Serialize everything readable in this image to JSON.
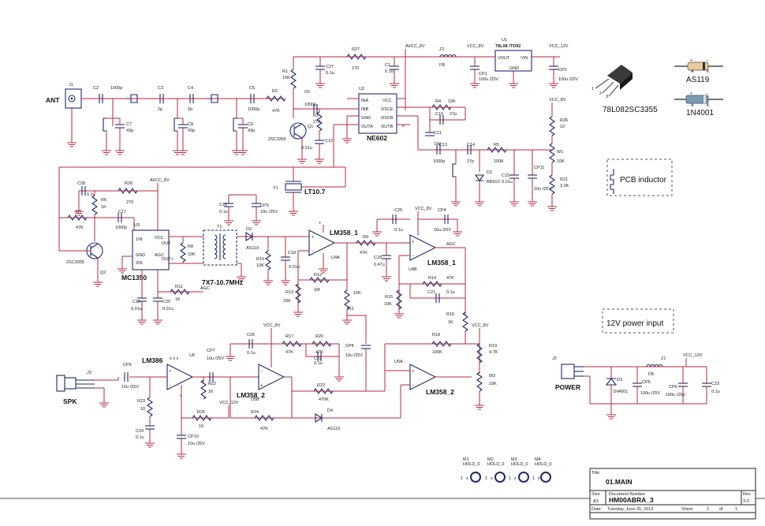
{
  "colors": {
    "wire": "#b8283c",
    "component": "#1e2a6e",
    "background": "#ffffff"
  },
  "labels": {
    "ant": "ANT",
    "j1": "J1",
    "c2": "C2",
    "c2v": "1000p",
    "c3": "C3",
    "c3v": "2p",
    "c4": "C4",
    "c4v": "2p",
    "c5": "C5",
    "c5v": "1000p",
    "c7": "C7",
    "c7v": "43p",
    "c8": "C8",
    "c8v": "43p",
    "c9": "C9",
    "c9v": "43p",
    "r1": "R1",
    "r1v": "10K",
    "r2": "R2",
    "r2v": "47K",
    "c6": "C6",
    "c6v": "1000p",
    "r3": "R3",
    "r3v": "270",
    "q1": "Q1",
    "q1p": "2SC3355",
    "c12": "C12",
    "c12v": "0.01u",
    "r27": "R27",
    "r27v": "270",
    "c27": "C27",
    "c27v": "0.1u",
    "avcc1": "AVCC_8V",
    "c1": "C1",
    "c1v": "0.1u",
    "z2": "Z2",
    "z2v": "FB",
    "vcc8v": "VCC_8V",
    "cp1": "CP1",
    "cp1v": "100u /25V",
    "u1": "U1",
    "u1p": "78L08 /TO92",
    "vout": "VOUT",
    "vin": "VIN",
    "gnd": "GND",
    "vcc12v": "VCC_12V",
    "cp2": "CP2",
    "cp2v": "100u /25V",
    "u2": "U2",
    "u2p": "NE602",
    "ina": "INA",
    "inb": "INB",
    "gndp": "GND",
    "outa": "OUTA",
    "vcc": "VCC",
    "osce": "OSCE",
    "oscb": "OSCB",
    "outb": "OUTB",
    "r4": "R4",
    "r4v": "10K",
    "c10": "C10",
    "c10v": "27p",
    "c11": "C11",
    "c11v": "10p",
    "c13": "C13",
    "c13v": "1000p",
    "c14": "C14",
    "c14v": "27p",
    "r5": "R5",
    "r5v": "100K",
    "d1": "D1",
    "d1v": "BB910",
    "c15": "C15",
    "c15v": "0.01u",
    "cp11": "CP11",
    "cp11v": "10u /25V",
    "r26": "R26",
    "r26v": "10",
    "w1": "W1",
    "w1v": "10K",
    "r21": "R21",
    "r21v": "3.3K",
    "y1": "Y1",
    "y1v": "LT10.7",
    "c28": "C28",
    "c28v": "0.1u",
    "r28": "R28",
    "r28v": "270",
    "avcc2": "AVCC_8V",
    "r6": "R6",
    "r6v": "1K",
    "r7": "R7",
    "r7v": "47K",
    "c17": "C17",
    "c17v": "1000p",
    "u3": "U3",
    "u3p": "MC1350",
    "q2": "Q2",
    "q2p": "2SC3355",
    "r8": "R8",
    "r8v": "10K",
    "r11": "R11",
    "r11v": "1K",
    "c19": "C19",
    "c19v": "0.01u",
    "c20": "C20",
    "c20v": "0.01u",
    "agc1": "AGC",
    "c16": "C16",
    "c16v": "0.1u",
    "cp3": "CP3",
    "cp3v": "10u /25V",
    "t1": "T1",
    "t1v": "7X7-10.7MHz",
    "d2": "D2",
    "d2v": "AS119",
    "r10": "R10",
    "r10v": "10K",
    "c18": "C18",
    "c18v": "0.01u",
    "lm1": "LM358_1",
    "u4a": "U4A",
    "r12": "R12",
    "r12v": "1M",
    "r13": "R13",
    "r13v": "33K",
    "w3": "W3",
    "w3v": "10K",
    "c25": "C25",
    "c25v": "0.1u",
    "vcc8v2": "VCC_8V",
    "cp4": "CP4",
    "cp4v": "10u /25V",
    "r9": "R9",
    "r9v": "47K",
    "c29": "C29",
    "c29v": "0.47u",
    "u4b": "U4B",
    "lm1b": "LM358_1",
    "agc2": "AGC",
    "r14": "R14",
    "r14v": "47K",
    "c21": "C21",
    "c21v": "0.1u",
    "r15": "R15",
    "r15v": "10K",
    "r16": "R16",
    "r16v": "1K",
    "note1": "12V power input",
    "vcc8v3": "VCC_8V",
    "r18": "R18",
    "r18v": "100K",
    "r19": "R19",
    "r19v": "4.7K",
    "u5a": "U5A",
    "w2": "W2",
    "w2v": "10K",
    "lm2": "LM358_2",
    "j2": "J2",
    "power": "POWER",
    "d3": "D3",
    "d3v": "1N4001",
    "z1": "Z1",
    "z1v": "FB",
    "vcc12v2": "VCC_12V",
    "cp5": "CP5",
    "cp5v": "100u /25V",
    "cp6": "CP6",
    "cp6v": "100u /25V",
    "c23": "C23",
    "c23v": "0.1u",
    "j3": "J3",
    "spk": "SPK",
    "cp9": "CP9",
    "cp9v": "10u /25V",
    "lm386": "LM386",
    "u6": "U6",
    "cp7": "CP7",
    "cp7v": "10u /25V",
    "r22x": "R22",
    "r22xv": "1K",
    "c26": "C26",
    "c26v": "0.1u",
    "vcc8v4": "VCC_8V",
    "r17": "R17",
    "r17v": "47K",
    "r20": "R20",
    "r20v": "47K",
    "c22": "C22",
    "c22v": "0.1u",
    "cp8": "CP8",
    "cp8v": "10u /25V",
    "u5b": "U5B",
    "lm2b": "LM358_2",
    "r22": "R22",
    "r22v": "470K",
    "r23": "R23",
    "r23v": "10",
    "c24": "C24",
    "c24v": "0.1u",
    "r25": "R25",
    "r25v": "10",
    "vcc12v3": "VCC_12V",
    "cp10": "CP10",
    "cp10v": "10u /25V",
    "r24": "R24",
    "r24v": "47K",
    "d4": "D4",
    "d4v": "AS119",
    "m1": "M1",
    "m2": "M2",
    "m3": "M3",
    "m4": "M4",
    "hold": "HOLD_0"
  },
  "legend": {
    "regulator_part": "78L08",
    "transistor_part": "2SC3355",
    "diode_as119": "AS119",
    "diode_1n4001": "1N4001",
    "pcb_inductor": "PCB inductor"
  },
  "title_block": {
    "title_hdr": "Title",
    "title": "01.MAIN",
    "size_hdr": "Size",
    "size": "A3",
    "docnum_hdr": "Document Number",
    "docnum": "HM00ABRA_3",
    "rev_hdr": "Rev",
    "rev": "3.0",
    "date_hdr": "Date:",
    "date": "Tuesday, June 25, 2013",
    "sheet_hdr": "Sheet",
    "sheet": "1",
    "of": "of",
    "sheets": "1"
  }
}
